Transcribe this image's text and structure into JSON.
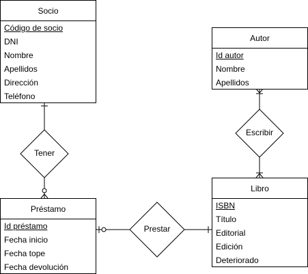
{
  "entities": {
    "socio": {
      "title": "Socio",
      "attributes": [
        {
          "label": "Código de socio",
          "pk": true
        },
        {
          "label": "DNI",
          "pk": false
        },
        {
          "label": "Nombre",
          "pk": false
        },
        {
          "label": "Apellidos",
          "pk": false
        },
        {
          "label": "Dirección",
          "pk": false
        },
        {
          "label": "Teléfono",
          "pk": false
        }
      ]
    },
    "autor": {
      "title": "Autor",
      "attributes": [
        {
          "label": "Id autor",
          "pk": true
        },
        {
          "label": "Nombre",
          "pk": false
        },
        {
          "label": "Apellidos",
          "pk": false
        }
      ]
    },
    "prestamo": {
      "title": "Préstamo",
      "attributes": [
        {
          "label": "Id préstamo",
          "pk": true
        },
        {
          "label": "Fecha inicio",
          "pk": false
        },
        {
          "label": "Fecha tope",
          "pk": false
        },
        {
          "label": "Fecha devolución",
          "pk": false
        }
      ]
    },
    "libro": {
      "title": "Libro",
      "attributes": [
        {
          "label": "ISBN",
          "pk": true
        },
        {
          "label": "Título",
          "pk": false
        },
        {
          "label": "Editorial",
          "pk": false
        },
        {
          "label": "Edición",
          "pk": false
        },
        {
          "label": "Deteriorado",
          "pk": false
        }
      ]
    }
  },
  "relationships": {
    "tener": "Tener",
    "escribir": "Escribir",
    "prestar": "Prestar"
  }
}
